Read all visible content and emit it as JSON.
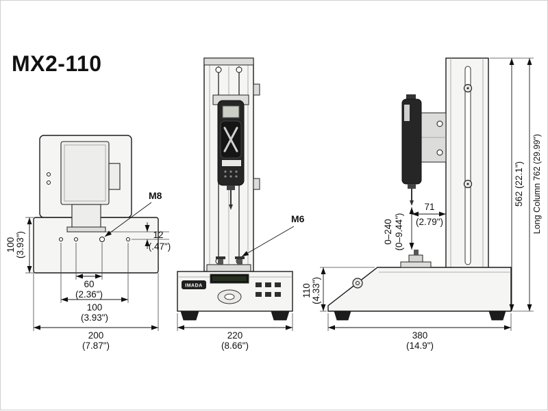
{
  "title": "MX2-110",
  "brand": "IMADA",
  "top_view": {
    "m8_label": "M8",
    "dim_height_mm": "100",
    "dim_height_in": "(3.93\")",
    "dim_hole_span_mm": "60",
    "dim_hole_span_in": "(2.36\")",
    "dim_hole_span2_mm": "100",
    "dim_hole_span2_in": "(3.93\")",
    "dim_width_mm": "200",
    "dim_width_in": "(7.87\")",
    "dim_offset_mm": "12",
    "dim_offset_in": "(.47\")"
  },
  "front_view": {
    "m6_label": "M6",
    "dim_width_mm": "220",
    "dim_width_in": "(8.66\")"
  },
  "side_view": {
    "dim_reach_mm": "71",
    "dim_reach_in": "(2.79\")",
    "dim_stroke_mm": "0–240",
    "dim_stroke_in": "(0–9.44\")",
    "dim_base_height_mm": "110",
    "dim_base_height_in": "(4.33\")",
    "dim_depth_mm": "380",
    "dim_depth_in": "(14.9\")",
    "dim_total_height": "562 (22.1\")",
    "dim_long_column": "Long Column 762 (29.99\")"
  }
}
